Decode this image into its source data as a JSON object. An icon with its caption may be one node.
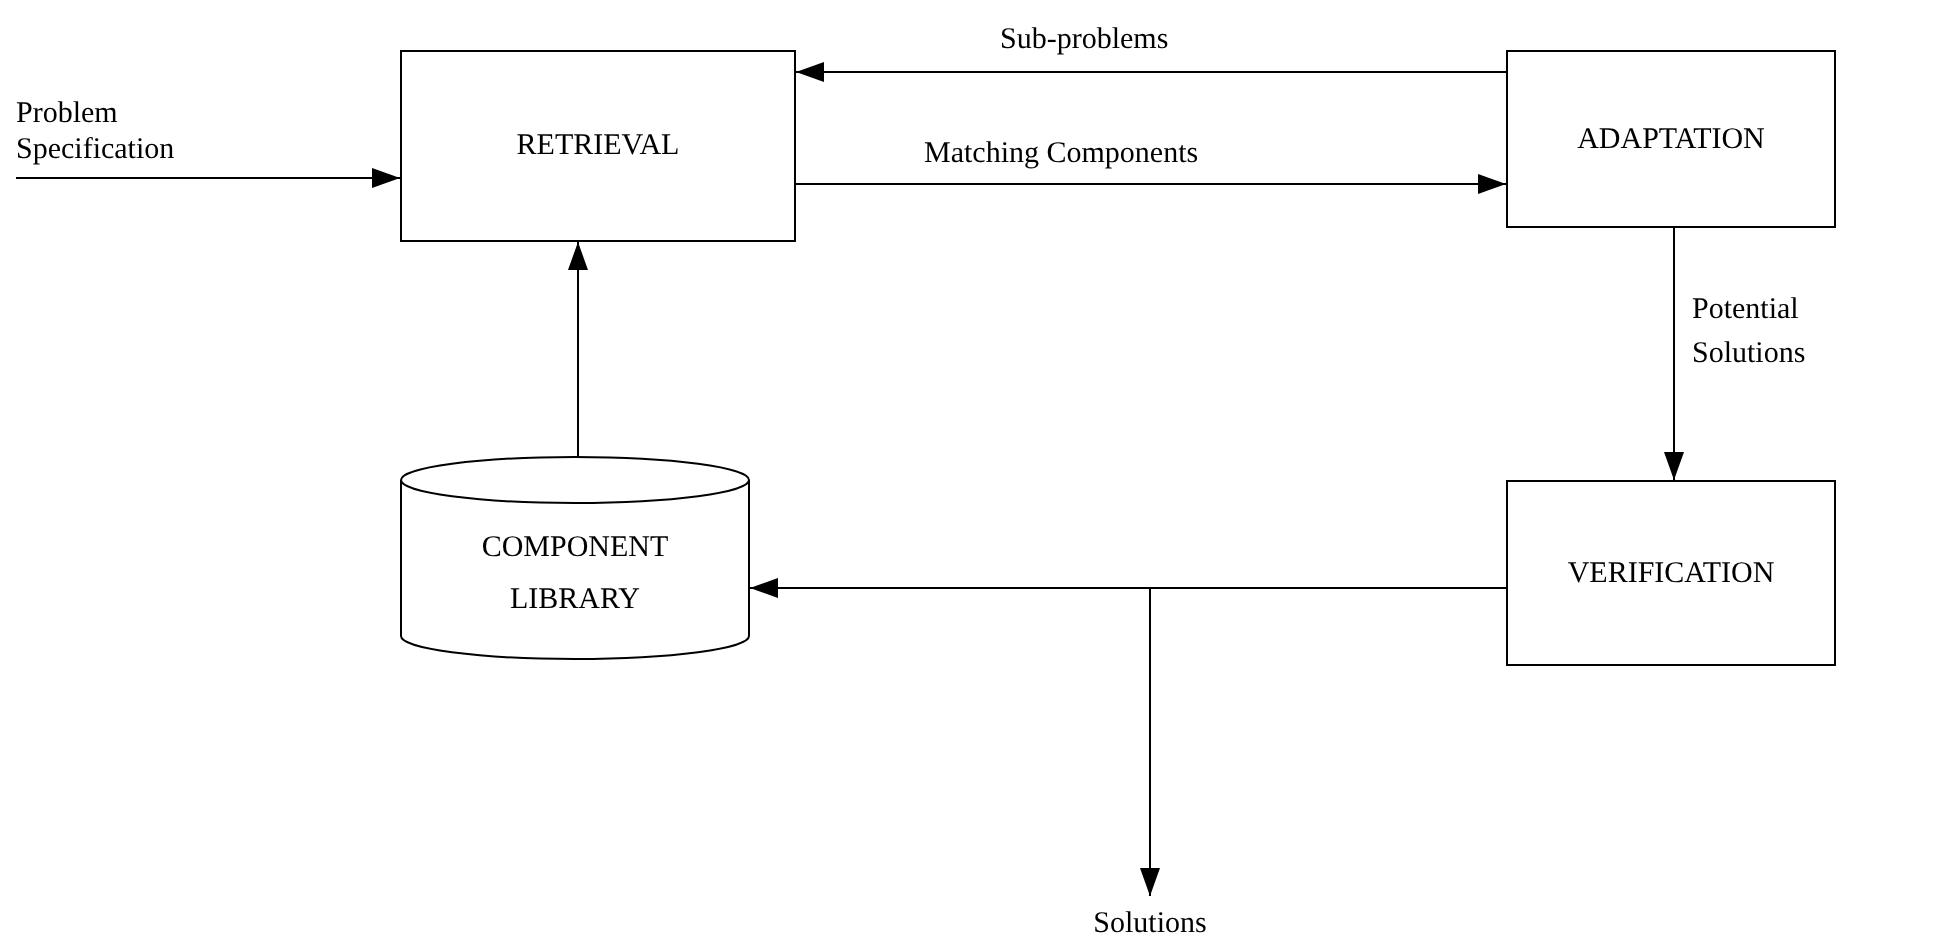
{
  "diagram": {
    "nodes": [
      {
        "text": [
          "Problem Specification"
        ]
      },
      {
        "text": [
          "RETRIEVAL"
        ]
      },
      {
        "text": [
          "ADAPTATION"
        ]
      },
      {
        "text": [
          "VERIFICATION"
        ]
      },
      {
        "text": [
          "COMPONENT LIBRARY"
        ]
      },
      {
        "text": [
          "Solutions"
        ]
      }
    ],
    "edges": [
      {
        "from": 0,
        "to": 1,
        "arrow": "to"
      },
      {
        "from": 2,
        "to": 1,
        "arrow": "to",
        "label": "Sub-problems"
      },
      {
        "from": 1,
        "to": 2,
        "arrow": "to",
        "label": "Matching Components"
      },
      {
        "from": 2,
        "to": 3,
        "arrow": "to",
        "label": "Potential Solutions"
      },
      {
        "from": 3,
        "to": 4,
        "arrow": "to"
      },
      {
        "from": 3,
        "to": 5,
        "arrow": "to"
      },
      {
        "from": 4,
        "to": 1,
        "arrow": "to"
      }
    ]
  }
}
